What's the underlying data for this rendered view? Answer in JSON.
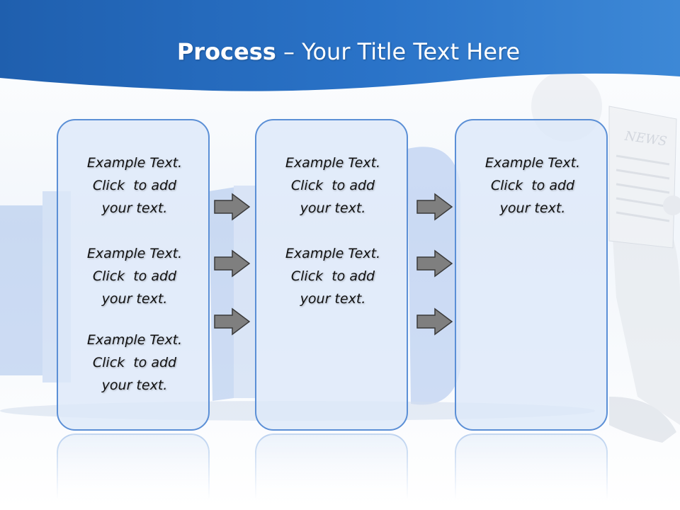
{
  "title": {
    "bold": "Process",
    "rest": " – Your Title Text Here"
  },
  "panels": [
    {
      "blocks": [
        [
          "Example Text.",
          "Click  to add",
          "your text."
        ],
        [
          "Example Text.",
          "Click  to add",
          "your text."
        ],
        [
          "Example Text.",
          "Click  to add",
          "your text."
        ]
      ]
    },
    {
      "blocks": [
        [
          "Example Text.",
          "Click  to add",
          "your text."
        ],
        [
          "Example Text.",
          "Click  to add",
          "your text."
        ]
      ]
    },
    {
      "blocks": [
        [
          "Example Text.",
          "Click  to add",
          "your text."
        ]
      ]
    }
  ],
  "background_art": {
    "newspaper_text": "NEWS"
  },
  "colors": {
    "header_blue": "#2a6fc0",
    "panel_border": "#5b8fd6",
    "panel_fill": "#dce8f8",
    "arrow_fill": "#7f7f7f"
  }
}
